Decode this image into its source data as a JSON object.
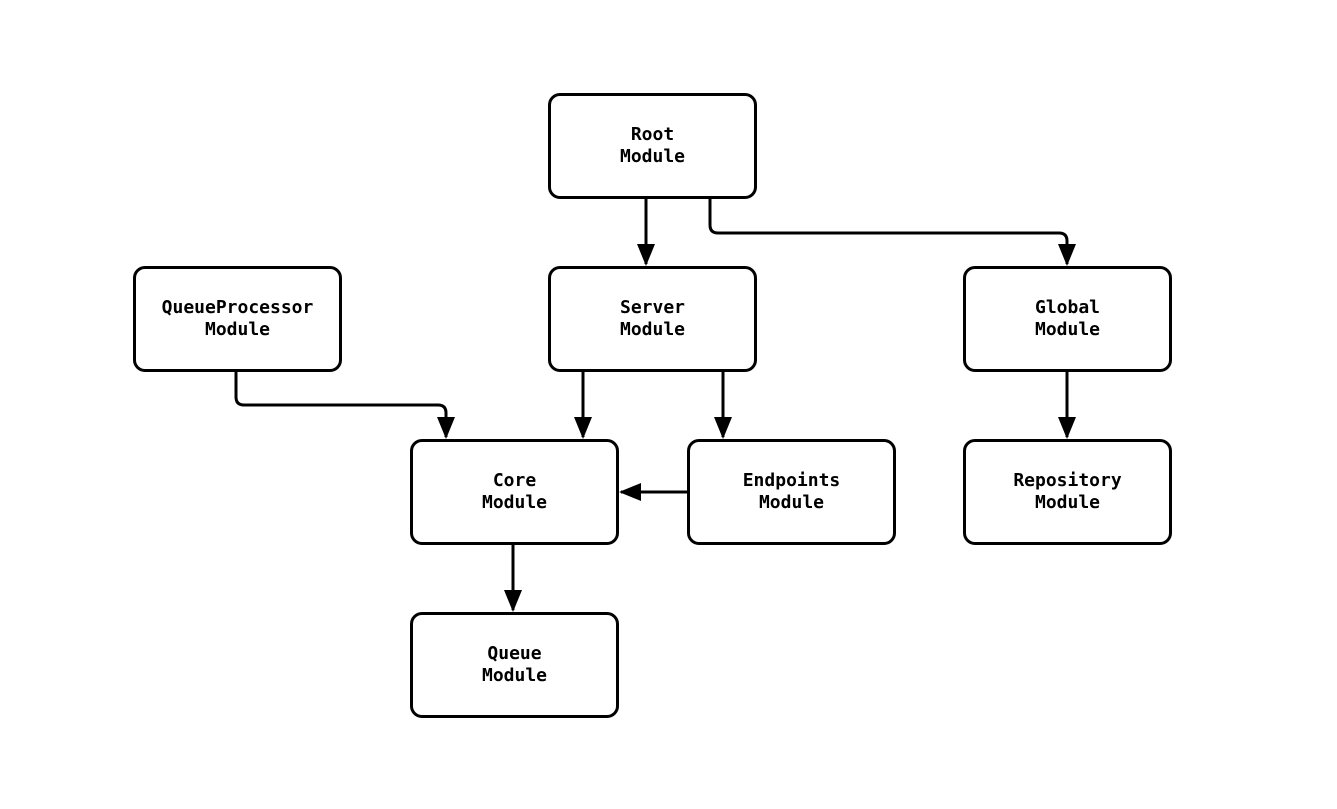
{
  "diagram": {
    "type": "flowchart",
    "direction": "top-down",
    "background_color": "#ffffff",
    "node_fill_color": "#ffffff",
    "node_border_color": "#000000",
    "edge_color": "#000000",
    "text_color": "#000000",
    "nodes": [
      {
        "id": "root",
        "label": "Root\nModule"
      },
      {
        "id": "queueprocessor",
        "label": "QueueProcessor\nModule"
      },
      {
        "id": "server",
        "label": "Server\nModule"
      },
      {
        "id": "global",
        "label": "Global\nModule"
      },
      {
        "id": "core",
        "label": "Core\nModule"
      },
      {
        "id": "endpoints",
        "label": "Endpoints\nModule"
      },
      {
        "id": "repository",
        "label": "Repository\nModule"
      },
      {
        "id": "queue",
        "label": "Queue\nModule"
      }
    ],
    "edges": [
      {
        "from": "root",
        "to": "server",
        "style": "arrow"
      },
      {
        "from": "root",
        "to": "global",
        "style": "arrow"
      },
      {
        "from": "queueprocessor",
        "to": "core",
        "style": "arrow"
      },
      {
        "from": "server",
        "to": "core",
        "style": "arrow"
      },
      {
        "from": "server",
        "to": "endpoints",
        "style": "arrow"
      },
      {
        "from": "endpoints",
        "to": "core",
        "style": "arrow"
      },
      {
        "from": "global",
        "to": "repository",
        "style": "arrow"
      },
      {
        "from": "core",
        "to": "queue",
        "style": "arrow"
      }
    ]
  }
}
